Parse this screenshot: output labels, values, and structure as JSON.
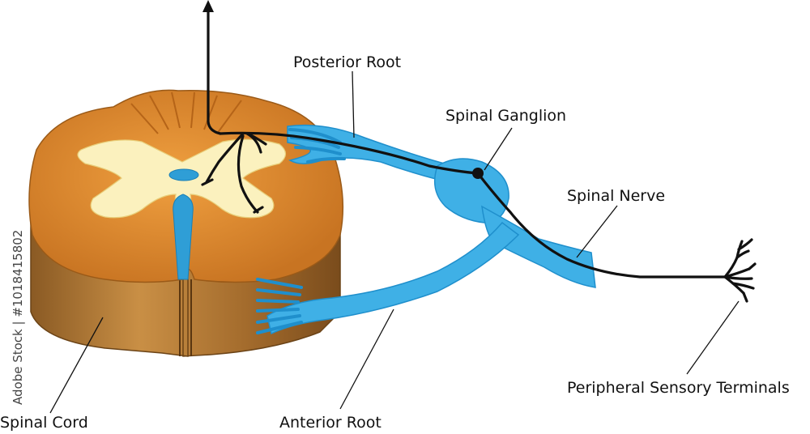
{
  "labels": {
    "posterior_root": "Posterior Root",
    "spinal_ganglion": "Spinal Ganglion",
    "spinal_nerve": "Spinal Nerve",
    "peripheral_sensory_terminals": "Peripheral Sensory Terminals",
    "spinal_cord": "Spinal Cord",
    "anterior_root": "Anterior Root"
  },
  "watermark": "Adobe Stock | #1018415802",
  "colors": {
    "white_matter": "#e8902e",
    "white_matter_dark": "#c96f1c",
    "grey_matter": "#fbf1be",
    "cord_side": "#b9803a",
    "nerve_blue": "#3fb0e6",
    "nerve_blue_dark": "#1f8fcc",
    "axon": "#111111"
  }
}
